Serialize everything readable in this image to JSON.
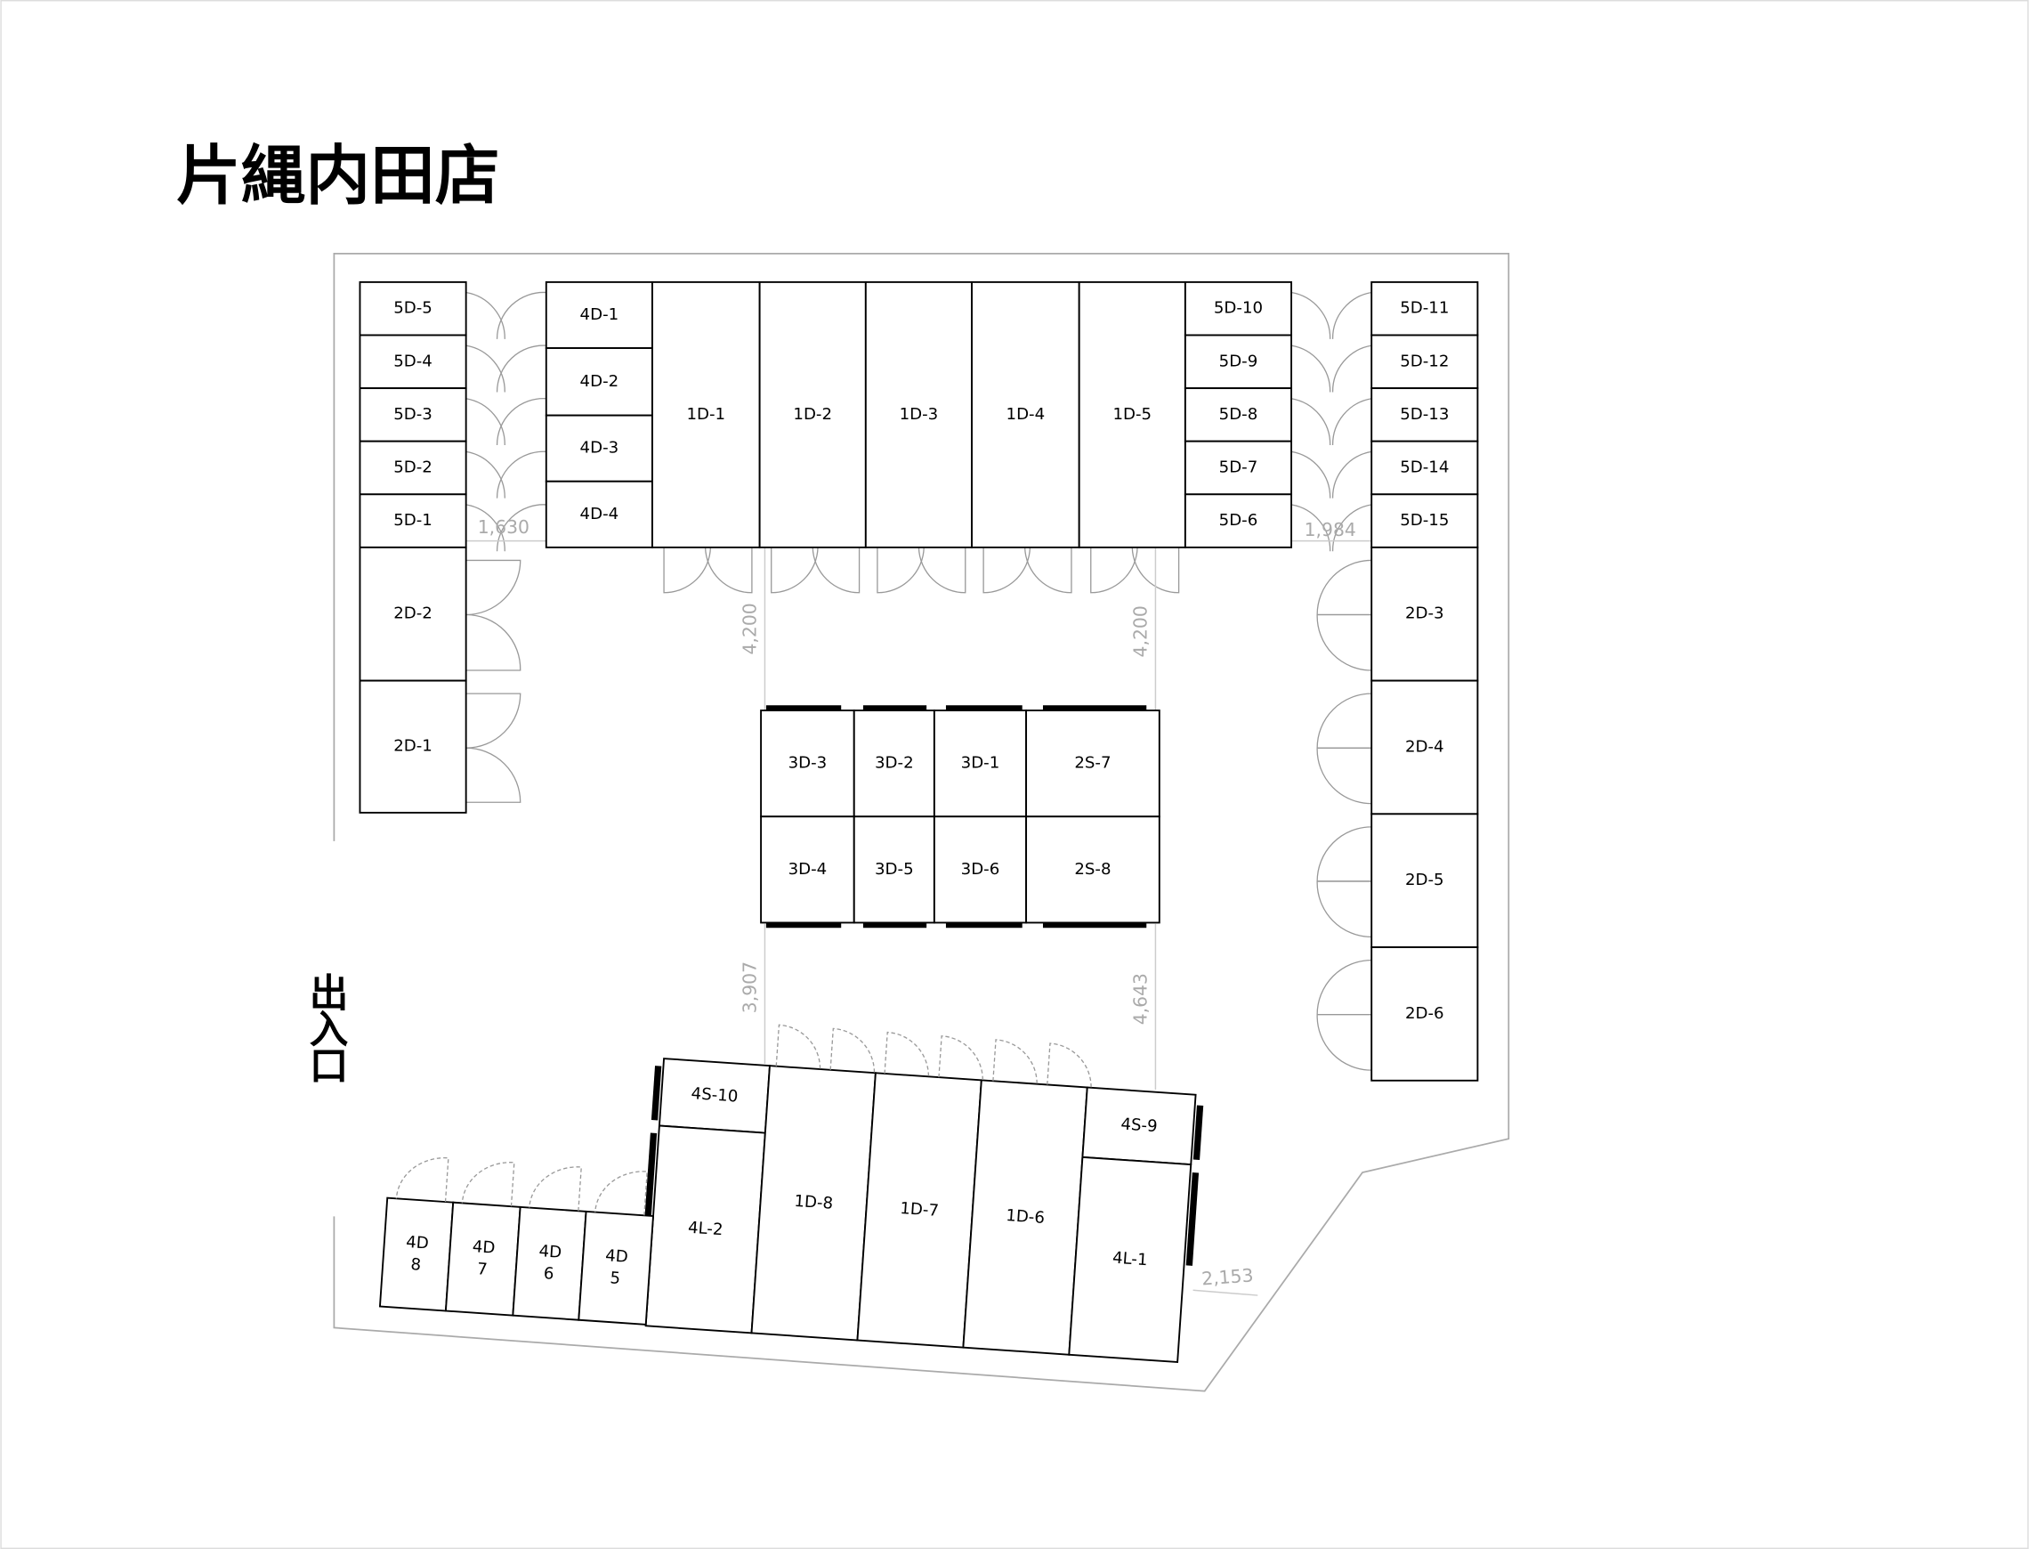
{
  "title": "片縄内田店",
  "entrance": [
    "出",
    "入",
    "口"
  ],
  "dimensions": {
    "left_gap": "1,630",
    "right_gap": "1,984",
    "aisle_top_left": "4,200",
    "aisle_top_right": "4,200",
    "aisle_bottom_left": "3,907",
    "aisle_bottom_right": "4,643",
    "bottom_right": "2,153"
  },
  "units": {
    "left_5d": [
      "5D-5",
      "5D-4",
      "5D-3",
      "5D-2",
      "5D-1"
    ],
    "left_2d": [
      "2D-2",
      "2D-1"
    ],
    "top_4d": [
      "4D-1",
      "4D-2",
      "4D-3",
      "4D-4"
    ],
    "top_1d": [
      "1D-1",
      "1D-2",
      "1D-3",
      "1D-4",
      "1D-5"
    ],
    "mid_5d": [
      "5D-10",
      "5D-9",
      "5D-8",
      "5D-7",
      "5D-6"
    ],
    "right_5d": [
      "5D-11",
      "5D-12",
      "5D-13",
      "5D-14",
      "5D-15"
    ],
    "right_2d": [
      "2D-3",
      "2D-4",
      "2D-5",
      "2D-6"
    ],
    "center_top": [
      "3D-3",
      "3D-2",
      "3D-1",
      "2S-7"
    ],
    "center_bottom": [
      "3D-4",
      "3D-5",
      "3D-6",
      "2S-8"
    ],
    "bottom_large": [
      "4S-10",
      "4L-2",
      "1D-8",
      "1D-7",
      "1D-6",
      "4S-9",
      "4L-1"
    ],
    "bottom_4d": [
      [
        "4D",
        "8"
      ],
      [
        "4D",
        "7"
      ],
      [
        "4D",
        "6"
      ],
      [
        "4D",
        "5"
      ]
    ]
  },
  "colors": {
    "wall": "#000000",
    "door": "#999999",
    "dimension": "#aaaaaa"
  }
}
